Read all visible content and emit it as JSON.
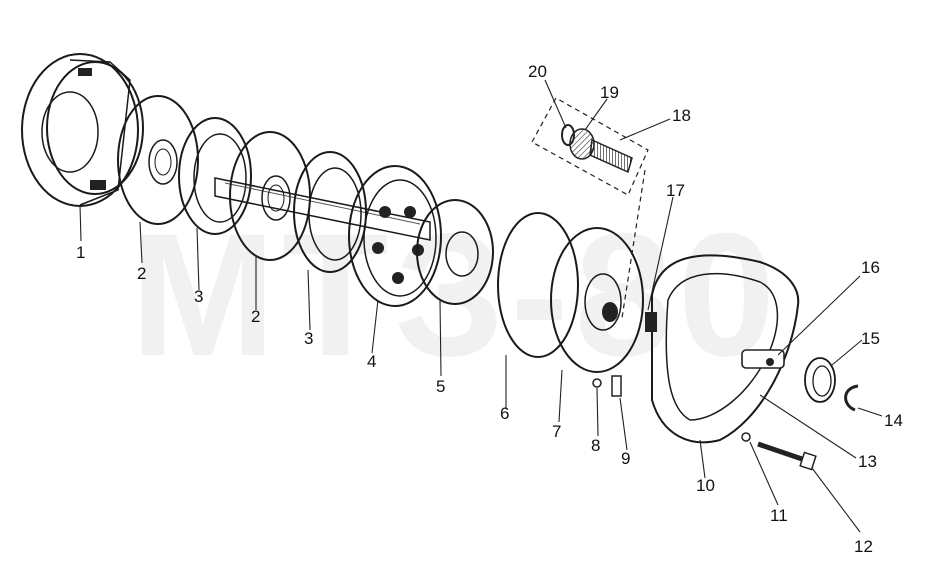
{
  "watermark": "МТЗ-80",
  "callouts": [
    {
      "id": "1",
      "label": "1"
    },
    {
      "id": "2a",
      "label": "2"
    },
    {
      "id": "3a",
      "label": "3"
    },
    {
      "id": "2b",
      "label": "2"
    },
    {
      "id": "3b",
      "label": "3"
    },
    {
      "id": "4",
      "label": "4"
    },
    {
      "id": "5",
      "label": "5"
    },
    {
      "id": "6",
      "label": "6"
    },
    {
      "id": "7",
      "label": "7"
    },
    {
      "id": "8",
      "label": "8"
    },
    {
      "id": "9",
      "label": "9"
    },
    {
      "id": "10",
      "label": "10"
    },
    {
      "id": "11",
      "label": "11"
    },
    {
      "id": "12",
      "label": "12"
    },
    {
      "id": "13",
      "label": "13"
    },
    {
      "id": "14",
      "label": "14"
    },
    {
      "id": "15",
      "label": "15"
    },
    {
      "id": "16",
      "label": "16"
    },
    {
      "id": "17",
      "label": "17"
    },
    {
      "id": "18",
      "label": "18"
    },
    {
      "id": "19",
      "label": "19"
    },
    {
      "id": "20",
      "label": "20"
    }
  ]
}
